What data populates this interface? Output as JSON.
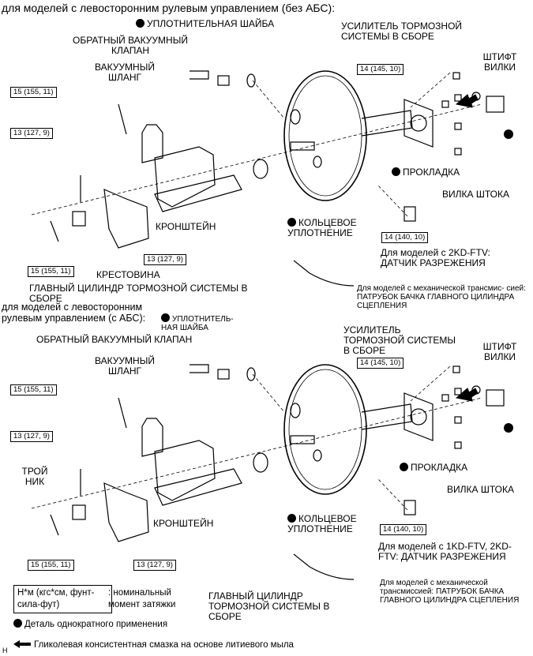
{
  "diagram": {
    "top": {
      "heading": "для моделей с левосторонним рулевым управлением (без АБС):",
      "labels": {
        "seal_washer": "УПЛОТНИТЕЛЬНАЯ ШАЙБА",
        "check_valve": "ОБРАТНЫЙ ВАКУУМНЫЙ КЛАПАН",
        "vacuum_hose": "ВАКУУМНЫЙ ШЛАНГ",
        "booster": "УСИЛИТЕЛЬ ТОРМОЗНОЙ СИСТЕМЫ В СБОРЕ",
        "clevis_pin": "ШТИФТ ВИЛКИ",
        "gasket": "ПРОКЛАДКА",
        "push_rod_clevis": "ВИЛКА ШТОКА",
        "o_ring": "КОЛЬЦЕВОЕ УПЛОТНЕНИЕ",
        "bracket": "КРОНШТЕЙН",
        "cross": "КРЕСТОВИНА",
        "master_cylinder": "ГЛАВНЫЙ ЦИЛИНДР ТОРМОЗНОЙ СИСТЕМЫ В СБОРЕ",
        "vacuum_sensor": "Для моделей с 2KD-FTV: ДАТЧИК РАЗРЕЖЕНИЯ",
        "clutch_hose": "Для моделей с механической трансмис- сией: ПАТРУБОК БАЧКА ГЛАВНОГО ЦИЛИНДРА СЦЕПЛЕНИЯ"
      },
      "torques": {
        "t1": "15 (155, 11)",
        "t2": "13 (127, 9)",
        "t3": "15 (155, 11)",
        "t4": "13 (127, 9)",
        "t5": "14 (145, 10)",
        "t6": "14 (140, 10)"
      }
    },
    "bottom": {
      "heading": "для моделей с левосторонним рулевым управлением (с АБС):",
      "labels": {
        "seal_washer": "УПЛОТНИТЕЛЬ- НАЯ ШАЙБА",
        "check_valve": "ОБРАТНЫЙ ВАКУУМНЫЙ КЛАПАН",
        "vacuum_hose": "ВАКУУМНЫЙ ШЛАНГ",
        "booster": "УСИЛИТЕЛЬ ТОРМОЗНОЙ СИСТЕМЫ В СБОРЕ",
        "clevis_pin": "ШТИФТ ВИЛКИ",
        "gasket": "ПРОКЛАДКА",
        "push_rod_clevis": "ВИЛКА ШТОКА",
        "o_ring": "КОЛЬЦЕВОЕ УПЛОТНЕНИЕ",
        "bracket": "КРОНШТЕЙН",
        "tee": "ТРОЙ НИК",
        "master_cylinder": "ГЛАВНЫЙ ЦИЛИНДР ТОРМОЗНОЙ СИСТЕМЫ В СБОРЕ",
        "vacuum_sensor": "Для моделей с 1KD-FTV, 2KD-FTV: ДАТЧИК РАЗРЕЖЕНИЯ",
        "clutch_hose": "Для моделей с механической трансмиссией: ПАТРУБОК БАЧКА ГЛАВНОГО ЦИЛИНДРА СЦЕПЛЕНИЯ"
      },
      "torques": {
        "t1": "15 (155, 11)",
        "t2": "13 (127, 9)",
        "t3": "15 (155, 11)",
        "t4": "13 (127, 9)",
        "t5": "14 (145, 10)",
        "t6": "14 (140, 10)"
      }
    },
    "legend": {
      "unit_box": "Н*м (кгс*см, фунт-сила-фут)",
      "unit_desc": ": номинальный момент затяжки",
      "single_use": "Деталь однократного применения",
      "grease": "Гликолевая консистентная смазка на основе литиевого мыла",
      "footer_code": "H"
    }
  }
}
